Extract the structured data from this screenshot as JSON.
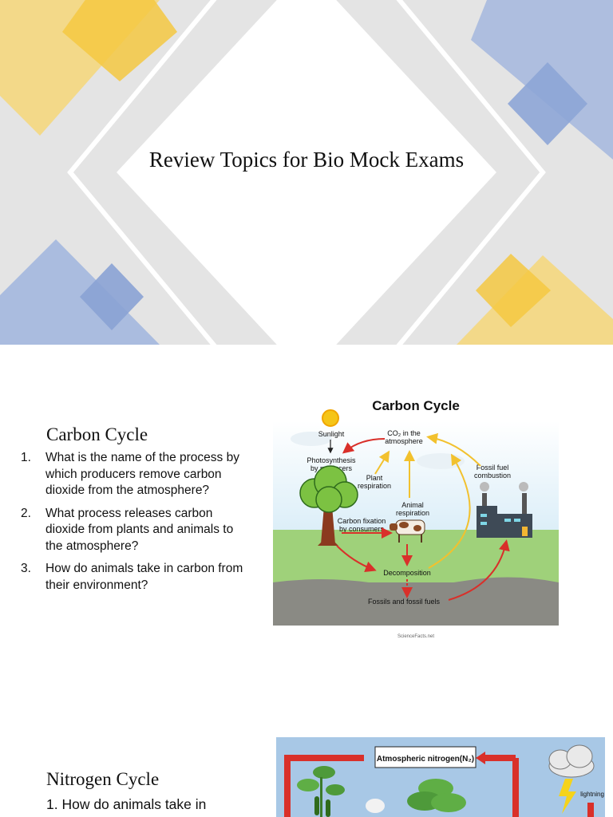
{
  "title_slide": {
    "title": "Review Topics for Bio Mock Exams"
  },
  "carbon_slide": {
    "heading": "Carbon Cycle",
    "questions": [
      {
        "num": "1.",
        "text": "What is the name of the process by which producers remove carbon dioxide from the atmosphere?"
      },
      {
        "num": "2.",
        "text": "What process releases carbon dioxide from plants and animals to the atmosphere?"
      },
      {
        "num": "3.",
        "text": "How do animals take in carbon from their environment?"
      }
    ],
    "diagram": {
      "title": "Carbon Cycle",
      "labels": {
        "sunlight": "Sunlight",
        "co2": "CO₂ in the atmosphere",
        "co2_line1": "CO₂ in the",
        "co2_line2": "atmosphere",
        "photo_line1": "Photosynthesis",
        "photo_line2": "by producers",
        "plant_line1": "Plant",
        "plant_line2": "respiration",
        "fossil_line1": "Fossil fuel",
        "fossil_line2": "combustion",
        "animal_line1": "Animal",
        "animal_line2": "respiration",
        "fixation_line1": "Carbon fixation",
        "fixation_line2": "by consumers",
        "decomposition": "Decomposition",
        "fossils": "Fossils and fossil fuels",
        "credit": "ScienceFacts.net"
      }
    }
  },
  "nitrogen_slide": {
    "heading": "Nitrogen Cycle",
    "question_partial": "1. How do animals take in",
    "diagram": {
      "atmospheric_label": "Atmospheric nitrogen(N₂)",
      "lightning_label": "lightning"
    }
  },
  "colors": {
    "yellow": "#f4c542",
    "blue": "#8ea6d8",
    "gray_bg": "#e4e4e4",
    "arrow_red": "#d9302a",
    "arrow_yellow": "#f2c12e"
  }
}
